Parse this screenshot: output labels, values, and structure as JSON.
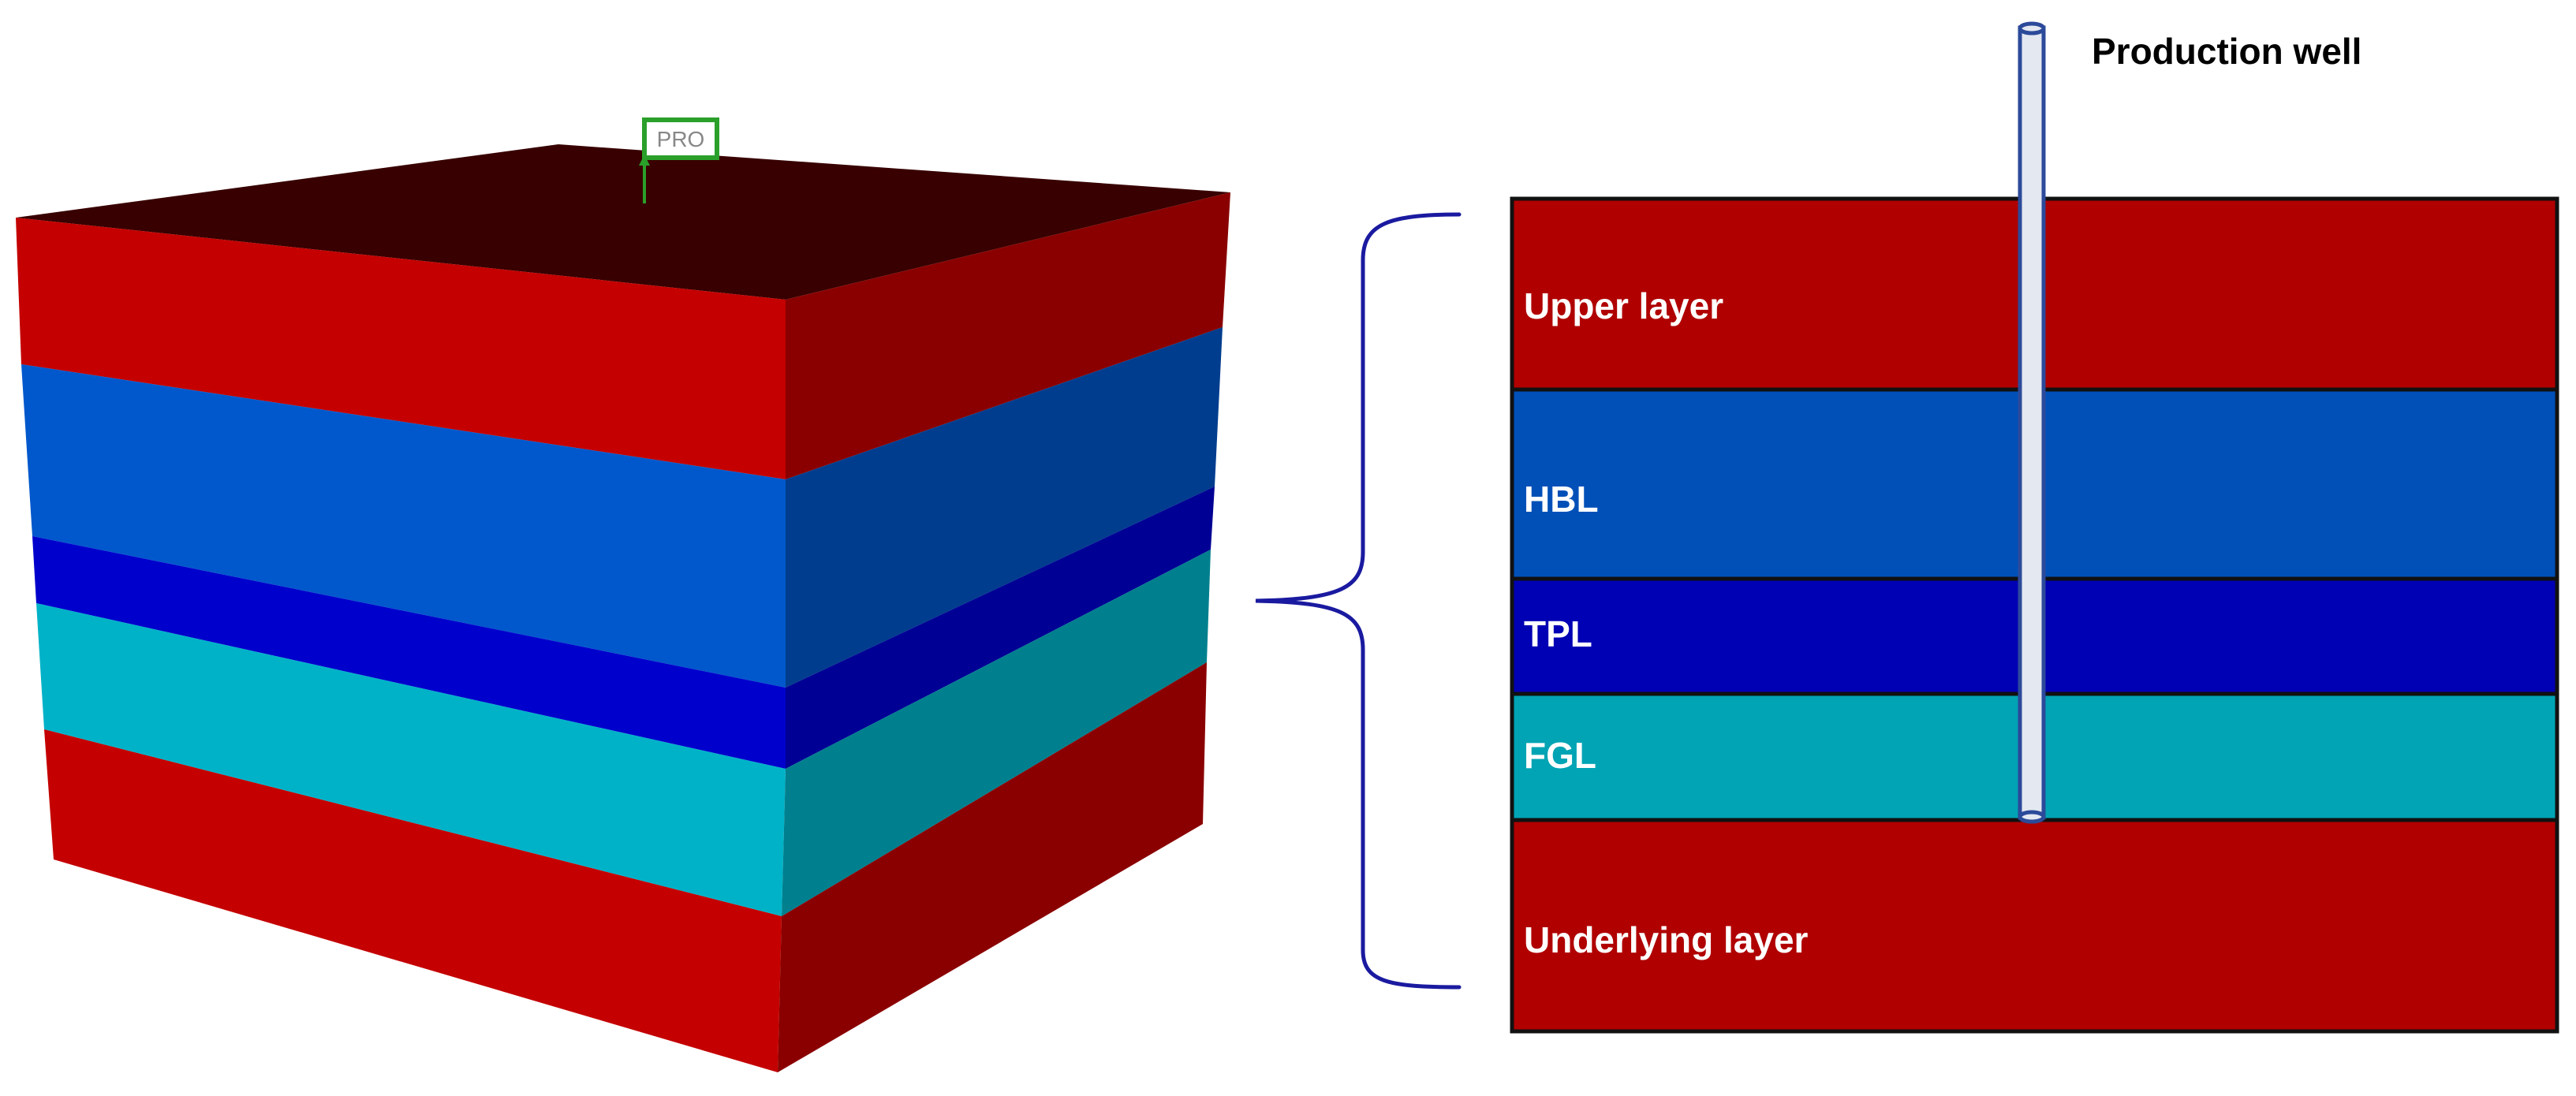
{
  "block_3d": {
    "badge_label": "PRO",
    "colors": {
      "top": "#380000",
      "upper_front": "#c40000",
      "upper_side": "#8a0000",
      "hbl_front": "#0058cc",
      "hbl_side": "#003d8e",
      "tpl_front": "#0000cc",
      "tpl_side": "#000094",
      "fgl_front": "#00b2c8",
      "fgl_side": "#00808e",
      "underlying_front": "#c40000",
      "underlying_side": "#8a0000",
      "badge": "#2aa02a"
    }
  },
  "section": {
    "well_label": "Production well",
    "layers": [
      {
        "name": "Upper layer",
        "color": "#b00000"
      },
      {
        "name": "HBL",
        "color": "#0050b8"
      },
      {
        "name": "TPL",
        "color": "#0000b4"
      },
      {
        "name": "FGL",
        "color": "#00a4b4"
      },
      {
        "name": "Underlying layer",
        "color": "#b00000"
      }
    ],
    "colors": {
      "border": "#111111",
      "well_fill": "#e4e8f0",
      "well_stroke": "#2c4a9a",
      "brace": "#1a1aa0"
    }
  }
}
